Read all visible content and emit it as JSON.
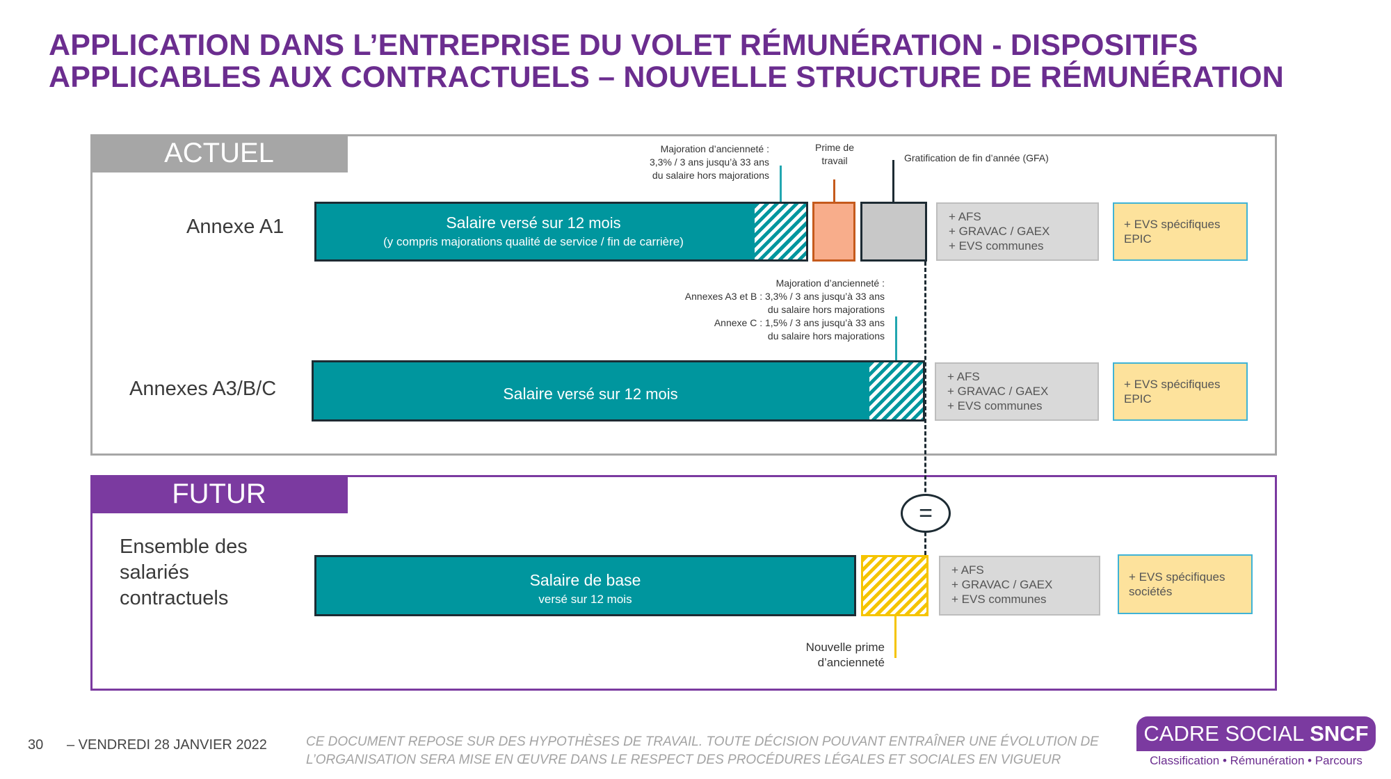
{
  "title": {
    "line1": "APPLICATION DANS L’ENTREPRISE DU VOLET RÉMUNÉRATION - DISPOSITIFS",
    "line2": "APPLICABLES AUX CONTRACTUELS – NOUVELLE STRUCTURE DE RÉMUNÉRATION"
  },
  "actuel": {
    "tab_label": "ACTUEL",
    "row1": {
      "label": "Annexe A1",
      "salaire_strong": "Salaire",
      "salaire_rest": " versé sur 12 mois",
      "salaire_sub": "(y compris majorations qualité de service / fin de carrière)",
      "note_majoration": [
        "Majoration d’ancienneté :",
        "3,3% / 3 ans jusqu’à 33 ans",
        "du salaire hors majorations"
      ],
      "note_prime": [
        "Prime de",
        "travail"
      ],
      "note_gfa": "Gratification de fin d’année (GFA)",
      "afs": [
        "+ AFS",
        "+ GRAVAC / GAEX",
        "+ EVS communes"
      ],
      "evs": [
        "+ EVS spécifiques",
        "EPIC"
      ]
    },
    "row2": {
      "label": "Annexes A3/B/C",
      "salaire_strong": "Salaire",
      "salaire_rest": " versé sur 12 mois",
      "note_majoration": [
        "Majoration d’ancienneté :",
        "Annexes A3 et B : 3,3% / 3 ans jusqu’à 33 ans",
        "du salaire hors majorations",
        "Annexe C : 1,5% / 3 ans jusqu’à 33 ans",
        "du salaire hors majorations"
      ],
      "afs": [
        "+ AFS",
        "+ GRAVAC / GAEX",
        "+ EVS communes"
      ],
      "evs": [
        "+ EVS spécifiques",
        "EPIC"
      ]
    }
  },
  "futur": {
    "tab_label": "FUTUR",
    "label": [
      "Ensemble des",
      "salariés",
      "contractuels"
    ],
    "salaire_main": "Salaire de base",
    "salaire_sub": "versé sur 12 mois",
    "note_prime": [
      "Nouvelle prime",
      "d’ancienneté"
    ],
    "afs": [
      "+ AFS",
      "+ GRAVAC / GAEX",
      "+ EVS communes"
    ],
    "evs": [
      "+ EVS spécifiques",
      "sociétés"
    ],
    "equal_symbol": "="
  },
  "footer": {
    "page_number": "30",
    "date": "– VENDREDI 28 JANVIER 2022",
    "disclaimer_line1": "CE DOCUMENT REPOSE SUR DES HYPOTHÈSES DE TRAVAIL. TOUTE DÉCISION POUVANT ENTRAÎNER UNE ÉVOLUTION DE",
    "disclaimer_line2": "L’ORGANISATION SERA MISE EN ŒUVRE DANS LE RESPECT DES PROCÉDURES LÉGALES ET SOCIALES EN VIGUEUR",
    "logo_text": "CADRE SOCIAL",
    "logo_bold": "SNCF",
    "logo_sub": "Classification • Rémunération • Parcours"
  },
  "colors": {
    "title_purple": "#6b2d8f",
    "teal": "#00969e",
    "prime_orange": "#f8ad8b",
    "gfa_grey": "#c8c8c8",
    "evs_yellow": "#fde29c",
    "futur_purple": "#7b3aa0",
    "hatch_yellow": "#f5c400"
  }
}
